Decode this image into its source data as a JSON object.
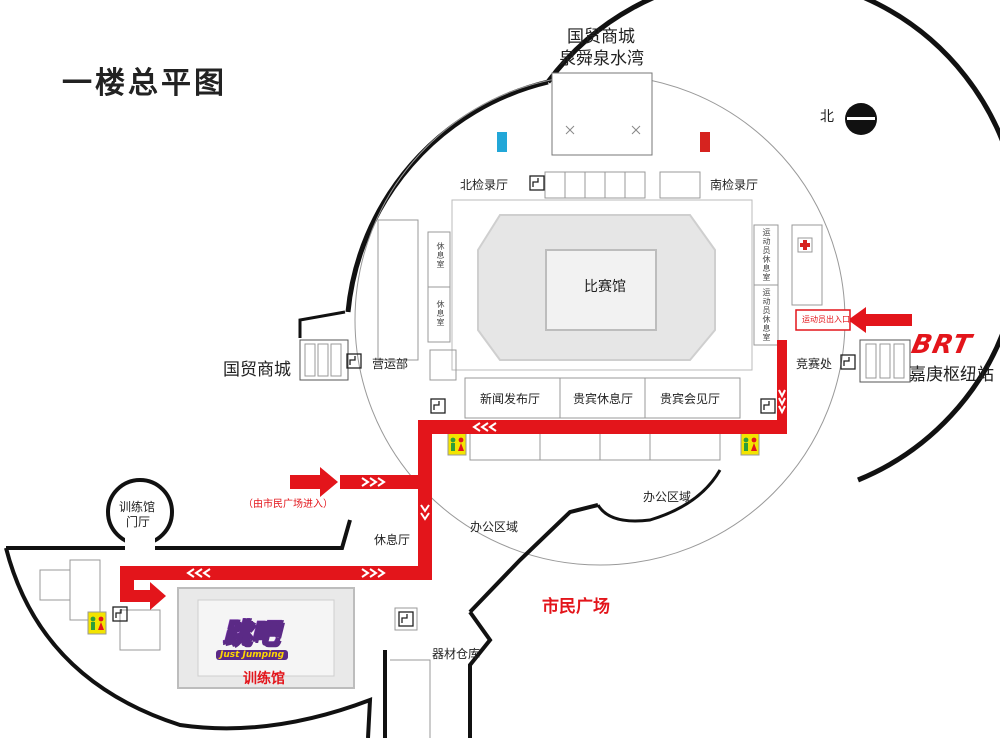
{
  "title": "一楼总平图",
  "top_building": {
    "line1": "国贸商城",
    "line2": "泉舜泉水湾"
  },
  "north_label": "北",
  "left_building": "国贸商城",
  "brt": {
    "logo": "BRT",
    "station": "嘉庚枢纽站"
  },
  "rooms": {
    "arena": "比赛馆",
    "north_check": "北检录厅",
    "south_check": "南检录厅",
    "operations": "营运部",
    "competition": "竞赛处",
    "press": "新闻发布厅",
    "vip_lounge": "贵宾休息厅",
    "vip_meeting": "贵宾会见厅",
    "office_east": "办公区域",
    "office_west": "办公区域",
    "rest_area": "休息厅",
    "training_lobby_1": "训练馆",
    "training_lobby_2": "门厅",
    "training_hall": "训练馆",
    "equipment": "器材仓库",
    "civic_plaza": "市民广场",
    "vertical_rest_1": "休息室",
    "vertical_rest_2": "休息室",
    "athlete_lounge_1": "运动员休息室",
    "athlete_lounge_2": "运动员休息室"
  },
  "entrances": {
    "athlete_entry": "运动员出入口",
    "civic_entry": "（由市民广场进入）"
  },
  "training_logo": {
    "main": "跳吧",
    "sub": "Just Jumping"
  },
  "colors": {
    "route": "#e3151b",
    "wall": "#111111",
    "room_line": "#9a9a9a",
    "arena_fill": "#e6e6e6",
    "restroom_fill": "#f3e400",
    "restroom_green": "#2e9e3a",
    "water_blue": "#22a7d8",
    "fire_red": "#d6231f"
  },
  "icons": [
    "stair-icon",
    "restroom-icon",
    "north-arrow-icon",
    "first-aid-icon",
    "arrow-right-icon",
    "chevron-icon",
    "elevator-icon"
  ]
}
